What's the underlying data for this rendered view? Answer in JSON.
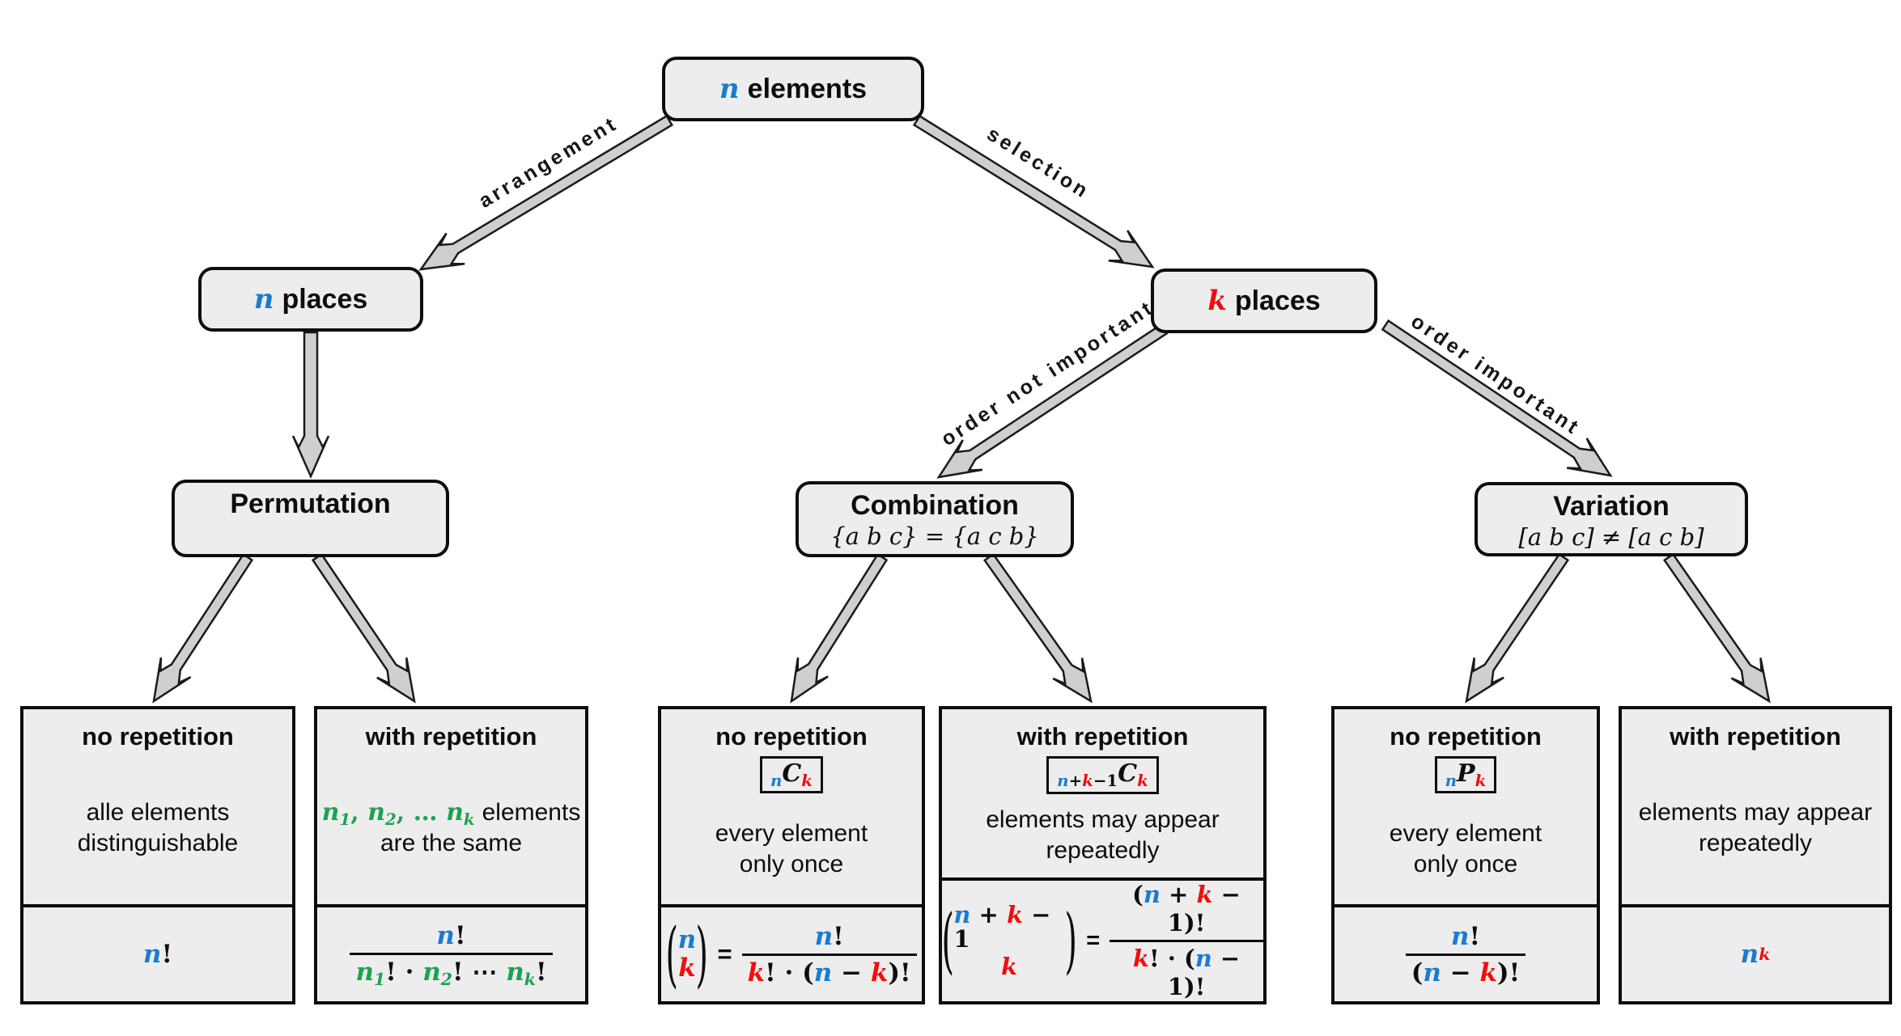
{
  "colors": {
    "blue": "#1B7BD0",
    "red": "#F20D0D",
    "green": "#1CA34F",
    "boxbg": "#EDEDED",
    "line": "#0D0D0D",
    "arrowfill": "#CFCFCF",
    "arrowstroke": "#1A1A1A"
  },
  "nodes": {
    "root": {
      "var": "n",
      "label": "elements"
    },
    "nplaces": {
      "var": "n",
      "label": "places"
    },
    "kplaces": {
      "var": "k",
      "label": "places"
    }
  },
  "edges": {
    "arrangement": "arrangement",
    "selection": "selection",
    "order_not_important": "order not important",
    "order_important": "order important"
  },
  "categories": [
    {
      "title": "Permutation",
      "subtitle": ""
    },
    {
      "title": "Combination",
      "subtitle": "{a b c} = {a c b}"
    },
    {
      "title": "Variation",
      "subtitle": "[a b c] ≠ [a c b]"
    }
  ],
  "cases": [
    {
      "header": "no repetition",
      "desc1": "alle elements",
      "desc2": "distinguishable",
      "f": {
        "n": "n",
        "b": "!"
      }
    },
    {
      "header": "with repetition",
      "d": {
        "v1": "n",
        "s1": "1",
        "c1": ", ",
        "v2": "n",
        "s2": "2",
        "c2": ", … ",
        "v3": "n",
        "s3": "k",
        "rest": "elements",
        "line2": "are the same"
      },
      "f": {
        "numn": "n",
        "numb": "!",
        "dv1": "n",
        "ds1": "1",
        "db1": "! · ",
        "dv2": "n",
        "ds2": "2",
        "db2": "! ⋯ ",
        "dv3": "n",
        "ds3": "k",
        "db3": "!"
      }
    },
    {
      "header": "no repetition",
      "badge": {
        "s1": "n",
        "mid": "C",
        "s2": "k"
      },
      "desc1": "every element",
      "desc2": "only once",
      "f": {
        "top": "n",
        "bot": "k",
        "eq": "=",
        "numn": "n",
        "numb": "!",
        "denk": "k",
        "denb1": "! · (",
        "denn": "n",
        "denm": " − ",
        "denk2": "k",
        "denb2": ")!"
      }
    },
    {
      "header": "with repetition",
      "badge": {
        "s1n": "n",
        "s1p": "+",
        "s1k": "k",
        "s1m": "−1",
        "mid": "C",
        "s2": "k"
      },
      "desc1": "elements may appear",
      "desc2": "repeatedly",
      "f": {
        "topn": "n",
        "topp": " + ",
        "topk": "k",
        "topm": " − 1",
        "bot": "k",
        "eq": "=",
        "numb1": "(",
        "numn": "n",
        "nump": " + ",
        "numk": "k",
        "numm": " − 1",
        "numb2": ")!",
        "denk": "k",
        "denb1": "! · (",
        "denn": "n",
        "denm": " − 1",
        "denb2": ")!"
      }
    },
    {
      "header": "no repetition",
      "badge": {
        "s1": "n",
        "mid": "P",
        "s2": "k"
      },
      "desc1": "every element",
      "desc2": "only once",
      "f": {
        "numn": "n",
        "numb": "!",
        "denb1": "(",
        "denn": "n",
        "denm": " − ",
        "denk": "k",
        "denb2": ")!"
      }
    },
    {
      "header": "with repetition",
      "desc1": "elements may appear",
      "desc2": "repeatedly",
      "f": {
        "base": "n",
        "sup": "k"
      }
    }
  ]
}
